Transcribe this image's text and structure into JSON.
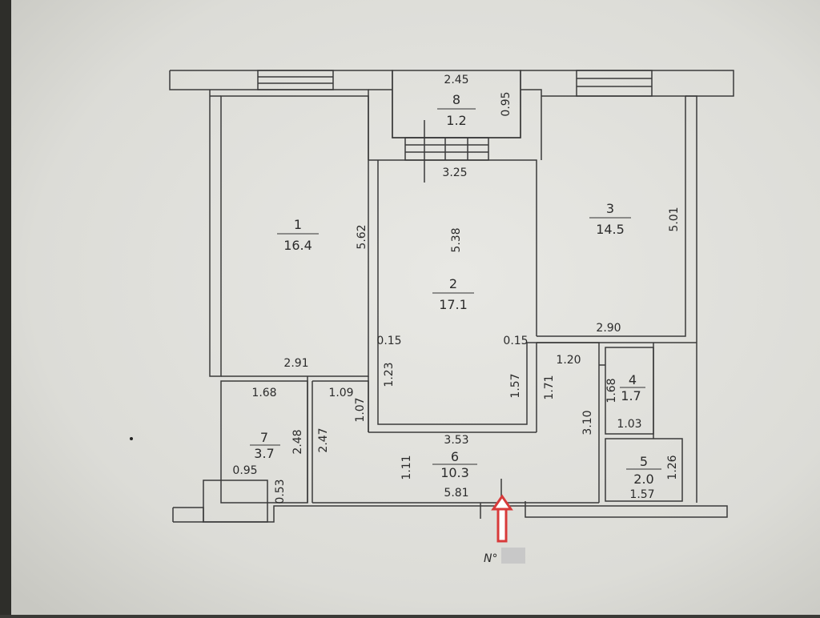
{
  "rooms": [
    {
      "id": "1",
      "area": "16.4"
    },
    {
      "id": "2",
      "area": "17.1"
    },
    {
      "id": "3",
      "area": "14.5"
    },
    {
      "id": "4",
      "area": "1.7"
    },
    {
      "id": "5",
      "area": "2.0"
    },
    {
      "id": "6",
      "area": "10.3"
    },
    {
      "id": "7",
      "area": "3.7"
    },
    {
      "id": "8",
      "area": "1.2"
    }
  ],
  "dimensions": {
    "r8_width": "2.45",
    "r8_depth": "0.95",
    "r1_height": "5.62",
    "r1_width": "2.91",
    "r2_top": "3.25",
    "r2_height": "5.38",
    "r2_left_jog": "0.15",
    "r2_right_jog": "0.15",
    "r2_left_low": "1.23",
    "r2_right_low": "1.57",
    "r2_bottom": "3.53",
    "r3_height": "5.01",
    "r3_width": "2.90",
    "r7_width": "1.68",
    "r7_height": "2.48",
    "r7_extra_w": "0.95",
    "r7_extra_h": "0.53",
    "r6_w1": "1.09",
    "r6_h1": "1.07",
    "r6_h2": "2.47",
    "r6_h3": "1.11",
    "r6_bottom": "5.81",
    "corr_w": "1.20",
    "corr_h": "1.71",
    "corr_h2": "3.10",
    "r4_w": "1.68",
    "r4_w2": "1.03",
    "r5_h": "1.26",
    "r5_w": "1.57"
  },
  "entrance_label": "N°",
  "colors": {
    "paper": "#e3e3de",
    "line": "#3a3a3a",
    "arrow": "#d83a3a"
  }
}
